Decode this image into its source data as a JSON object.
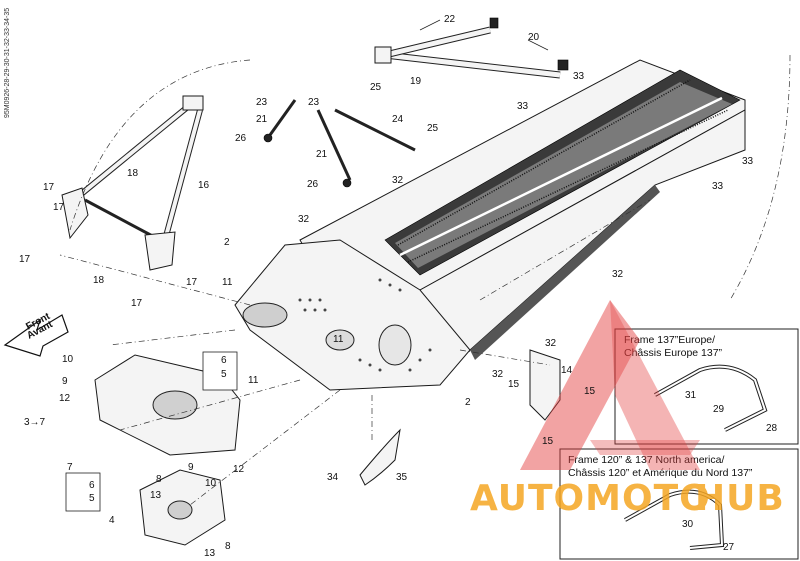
{
  "document": {
    "vertical_code": "95M0926-28-29-30-31-32-33-34-35",
    "front_label_line1": "Front",
    "front_label_line2": "Avant"
  },
  "insets": {
    "europe": {
      "title_line1": "Frame 137”Europe/",
      "title_line2": "Châssis Europe 137”"
    },
    "north_america": {
      "title_line1": "Frame 120” & 137 North america/",
      "title_line2": "Châssis 120” et Amérique du Nord 137”"
    }
  },
  "callouts": {
    "c22": "22",
    "c20": "20",
    "c19": "19",
    "c23a": "23",
    "c23b": "23",
    "c25a": "25",
    "c25b": "25",
    "c21a": "21",
    "c21b": "21",
    "c24": "24",
    "c26a": "26",
    "c26b": "26",
    "c33a": "33",
    "c33b": "33",
    "c33c": "33",
    "c33d": "33",
    "c32a": "32",
    "c32b": "32",
    "c32c": "32",
    "c32d": "32",
    "c32e": "32",
    "c18a": "18",
    "c18b": "18",
    "c16": "16",
    "c17a": "17",
    "c17b": "17",
    "c17c": "17",
    "c17d": "17",
    "c17e": "17",
    "c2a": "2",
    "c2b": "2",
    "c11a": "11",
    "c11b": "11",
    "c11c": "11",
    "c10a": "10",
    "c10b": "10",
    "c9a": "9",
    "c9b": "9",
    "c12a": "12",
    "c12b": "12",
    "c37": "3→7",
    "c7": "7",
    "c6a": "6",
    "c6b": "6",
    "c5a": "5",
    "c5b": "5",
    "c8a": "8",
    "c8b": "8",
    "c13a": "13",
    "c13b": "13",
    "c4": "4",
    "c14": "14",
    "c15a": "15",
    "c15b": "15",
    "c15c": "15",
    "c34": "34",
    "c35": "35",
    "c31": "31",
    "c29": "29",
    "c28": "28",
    "c30": "30",
    "c27": "27"
  },
  "watermark": {
    "text_part1": "AUTOMOTO",
    "text_part2": "HUB",
    "color_orange": "#f5a623",
    "color_red": "#e23b3b"
  }
}
